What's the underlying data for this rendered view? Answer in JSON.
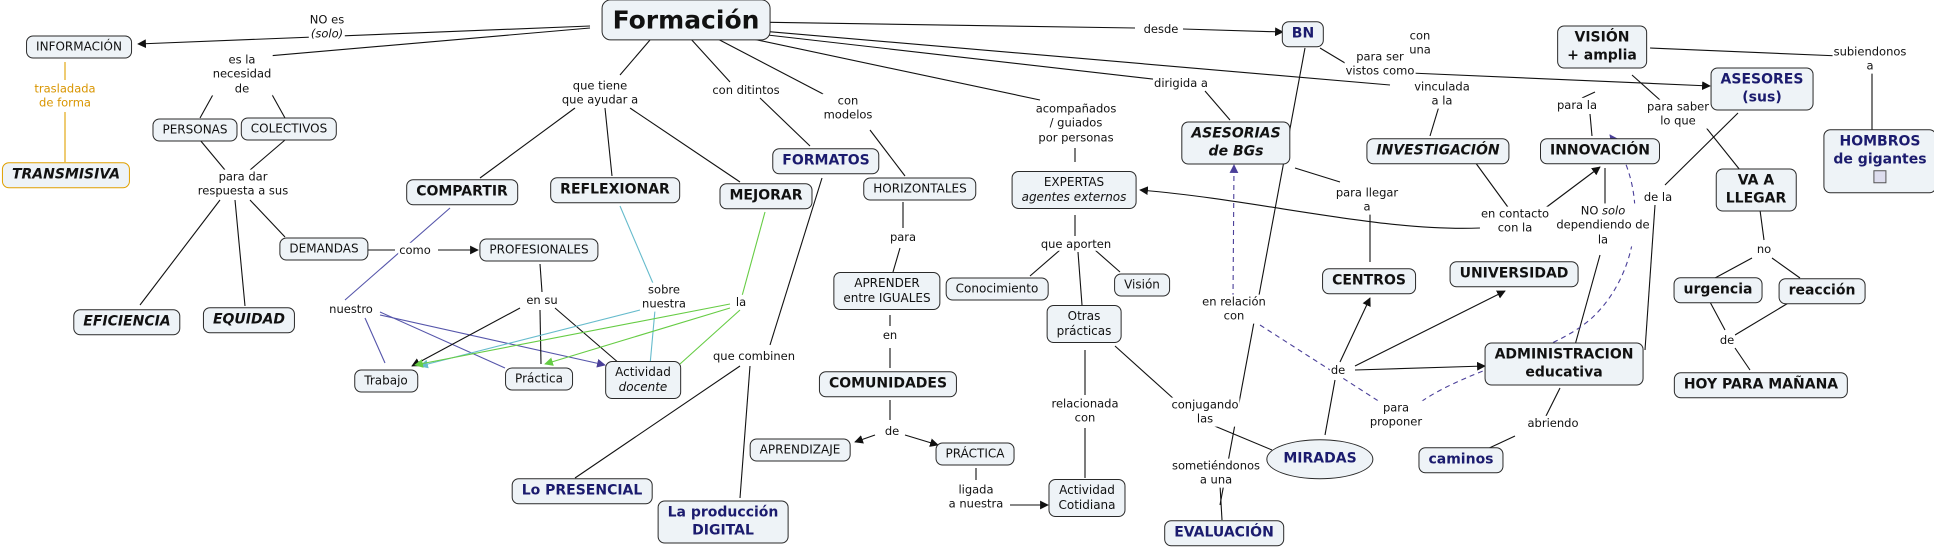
{
  "concepts": {
    "formacion": "Formación",
    "informacion": "INFORMACIÓN",
    "transmisiva": "TRANSMISIVA",
    "personas": "PERSONAS",
    "colectivos": "COLECTIVOS",
    "demandas": "DEMANDAS",
    "eficiencia": "EFICIENCIA",
    "equidad": "EQUIDAD",
    "compartir": "COMPARTIR",
    "reflexionar": "REFLEXIONAR",
    "mejorar": "MEJORAR",
    "profesionales": "PROFESIONALES",
    "trabajo": "Trabajo",
    "practica_small": "Práctica",
    "actividad_line1": "Actividad",
    "actividad_line2": "docente",
    "formatos": "FORMATOS",
    "lo_presencial": "Lo PRESENCIAL",
    "produccion_line1": "La producción",
    "produccion_line2": "DIGITAL",
    "horizontales": "HORIZONTALES",
    "aprender_line1": "APRENDER",
    "aprender_line2": "entre IGUALES",
    "comunidades": "COMUNIDADES",
    "aprendizaje": "APRENDIZAJE",
    "practica_caps": "PRÁCTICA",
    "actividad_cot_line1": "Actividad",
    "actividad_cot_line2": "Cotidiana",
    "expertas_line1": "EXPERTAS",
    "expertas_line2": "agentes externos",
    "conocimiento": "Conocimiento",
    "vision_small": "Visión",
    "otras_line1": "Otras",
    "otras_line2": "prácticas",
    "asesorias_line1": "ASESORIAS",
    "asesorias_line2": "de BGs",
    "bn": "BN",
    "evaluacion": "EVALUACIÓN",
    "miradas": "MIRADAS",
    "centros": "CENTROS",
    "investigacion": "INVESTIGACIÓN",
    "universidad": "UNIVERSIDAD",
    "admin_line1": "ADMINISTRACION",
    "admin_line2": "educativa",
    "caminos": "caminos",
    "innovacion": "INNOVACIÓN",
    "vision_line1": "VISIÓN",
    "vision_line2": "+ amplia",
    "asesores_line1": "ASESORES",
    "asesores_line2": "(sus)",
    "hombros_line1": "HOMBROS",
    "hombros_line2": "de gigantes",
    "va_line1": "VA A",
    "va_line2": "LLEGAR",
    "urgencia": "urgencia",
    "reaccion": "reacción",
    "hoy": "HOY PARA MAÑANA"
  },
  "links": {
    "no_es": "NO es",
    "solo": "(solo)",
    "trasladada_1": "trasladada",
    "trasladada_2": "de forma",
    "es_la_1": "es la",
    "es_la_2": "necesidad",
    "es_la_3": "de",
    "para_dar_1": "para dar",
    "para_dar_2": "respuesta a sus",
    "como": "como",
    "nuestro": "nuestro",
    "en_su": "en su",
    "sobre_1": "sobre",
    "sobre_2": "nuestra",
    "la": "la",
    "que_tiene_1": "que tiene",
    "que_tiene_2": "que ayudar a",
    "con_distintos": "con ditintos",
    "con_modelos_1": "con",
    "con_modelos_2": "modelos",
    "que_combinen": "que combinen",
    "para": "para",
    "en": "en",
    "de": "de",
    "ligada_1": "ligada",
    "ligada_2": "a nuestra",
    "acomp_1": "acompañados",
    "acomp_2": "/ guiados",
    "acomp_3": "por personas",
    "que_aporten": "que aporten",
    "relacionada_1": "relacionada",
    "relacionada_2": "con",
    "conjugando_1": "conjugando",
    "conjugando_2": "las",
    "dirigida": "dirigida a",
    "desde": "desde",
    "para_ser_1": "para ser",
    "para_ser_2": "vistos como",
    "con_una_1": "con",
    "con_una_2": "una",
    "vinculada_1": "vinculada",
    "vinculada_2": "a la",
    "para_llegar_1": "para llegar",
    "para_llegar_2": "a",
    "en_relacion_1": "en relación",
    "en_relacion_2": "con",
    "sometiendonos_1": "sometiéndonos",
    "sometiendonos_2": "a una",
    "de_miradas": "de",
    "en_contacto_1": "en contacto",
    "en_contacto_2": "con la",
    "para_proponer_1": "para",
    "para_proponer_2": "proponer",
    "abriendo": "abriendo",
    "para_la": "para la",
    "no_solo_1": "NO",
    "no_solo_2": "solo",
    "no_solo_3": "dependiendo de",
    "no_solo_4": "la",
    "para_saber_1": "para saber",
    "para_saber_2": "lo que",
    "de_la": "de la",
    "subiendonos_1": "subiendonos",
    "subiendonos_2": "a",
    "no": "no",
    "de_hoy": "de"
  },
  "colors": {
    "node_fill": "#eef3f7",
    "navy_text": "#1b1b6e",
    "orange": "#e0a000",
    "green_link": "#66cc44",
    "blue_link": "#5555aa",
    "cyan_link": "#66bbcc",
    "dashed_link": "#4a3f99"
  }
}
